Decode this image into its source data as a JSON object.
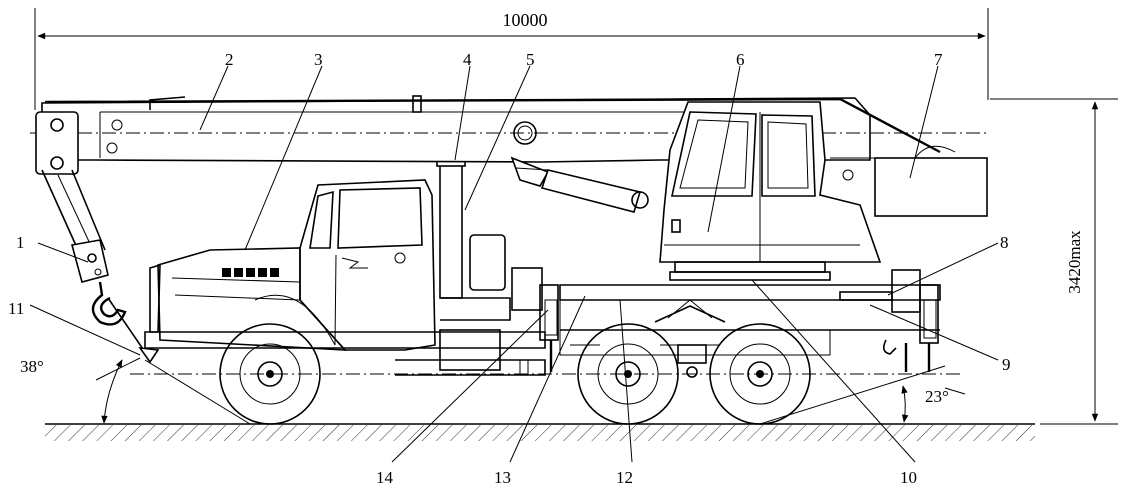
{
  "diagram": {
    "dimensions": {
      "overall_length": "10000",
      "max_height": "3420max"
    },
    "angles": {
      "front": "38°",
      "rear": "23°"
    },
    "callouts": [
      "1",
      "2",
      "3",
      "4",
      "5",
      "6",
      "7",
      "8",
      "9",
      "10",
      "11",
      "12",
      "13",
      "14"
    ]
  }
}
